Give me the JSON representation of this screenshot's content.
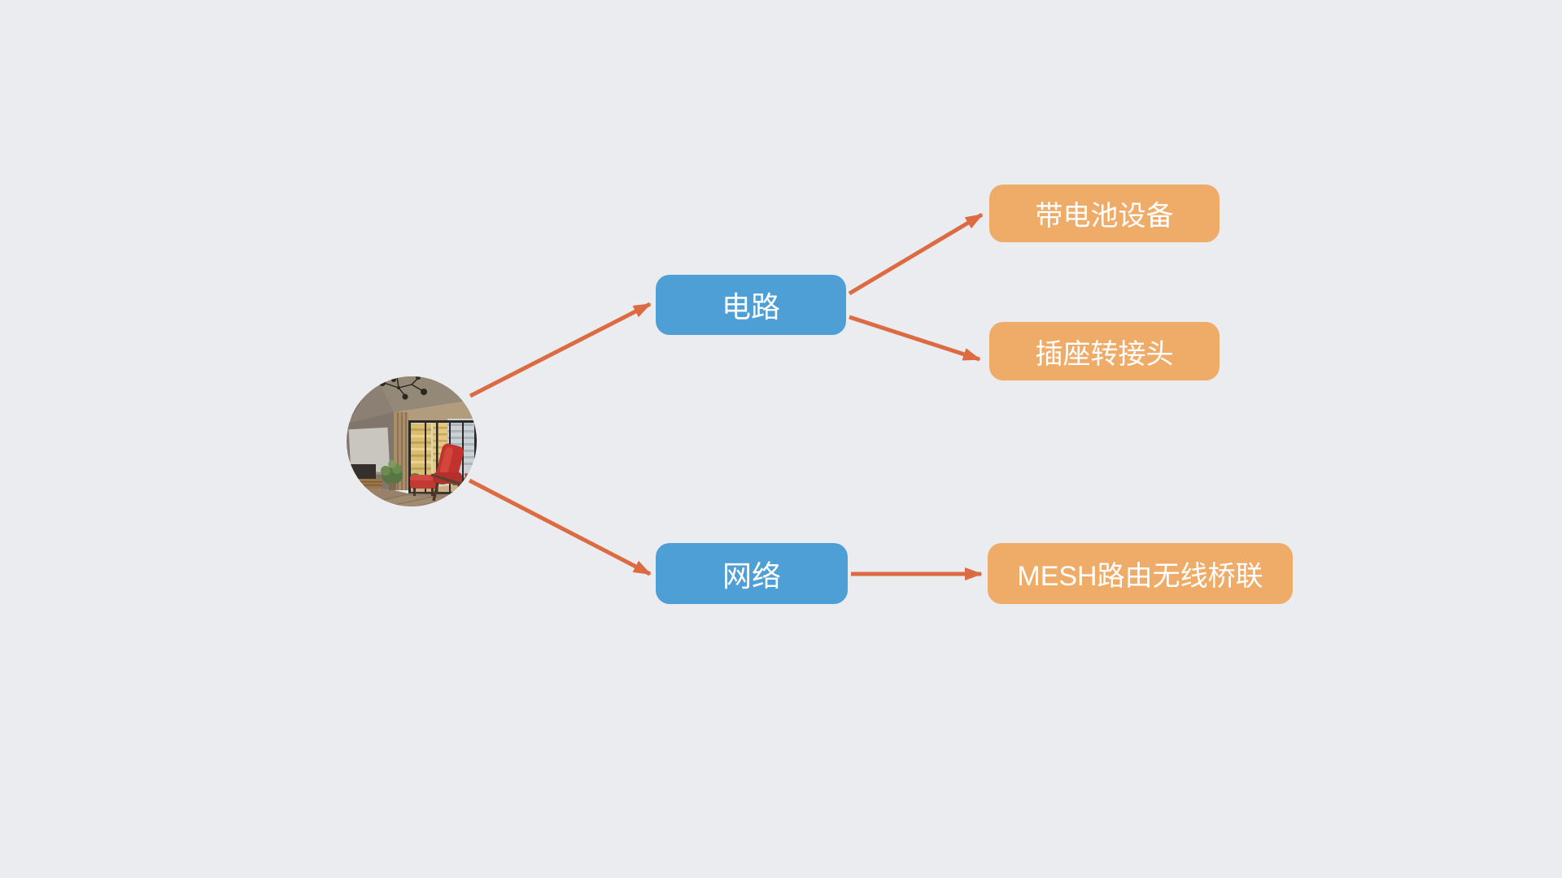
{
  "canvas": {
    "background_color": "#eaecef"
  },
  "colors": {
    "branch_node": "#4f9fd7",
    "leaf_node": "#efac68",
    "connector": "#dc6b42",
    "node_text": "#ffffff"
  },
  "root": {
    "image_name": "living-room-photo",
    "image_description": "circular photo of a living room with red armchair, floor-to-ceiling windows and city view"
  },
  "branches": [
    {
      "label": "电路",
      "children": [
        {
          "label": "带电池设备"
        },
        {
          "label": "插座转接头"
        }
      ]
    },
    {
      "label": "网络",
      "children": [
        {
          "label": "MESH路由无线桥联"
        }
      ]
    }
  ]
}
